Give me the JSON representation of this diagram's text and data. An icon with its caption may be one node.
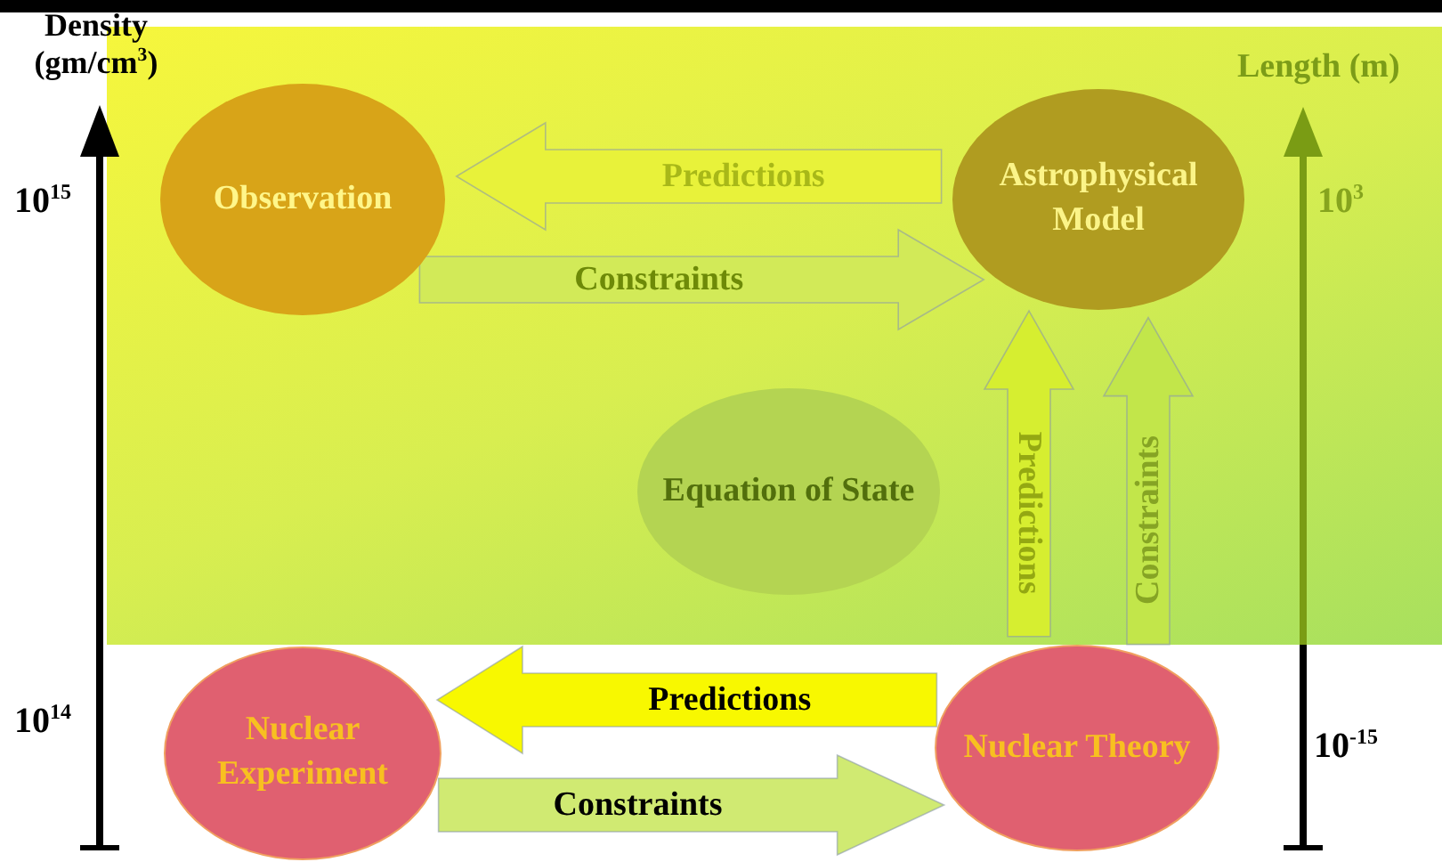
{
  "diagram": {
    "nodes": [
      {
        "text": [
          "Observation"
        ]
      },
      {
        "text": [
          "Astrophysical Model"
        ]
      },
      {
        "text": [
          "Equation of State"
        ]
      },
      {
        "text": [
          "Nuclear Experiment"
        ]
      },
      {
        "text": [
          "Nuclear Theory"
        ]
      }
    ],
    "edges": [
      {
        "from": 1,
        "to": 0,
        "arrow": "to",
        "label": "Predictions",
        "color": "#e8f23a"
      },
      {
        "from": 0,
        "to": 1,
        "arrow": "to",
        "label": "Constraints",
        "color": "#d2ea58"
      },
      {
        "from": 4,
        "to": 1,
        "arrow": "to",
        "label": "Predictions",
        "color": "#d6ee30"
      },
      {
        "from": 4,
        "to": 1,
        "arrow": "to",
        "label": "Constraints",
        "color": "#c2e64a"
      },
      {
        "from": 4,
        "to": 3,
        "arrow": "to",
        "label": "Predictions",
        "color": "#f8f800"
      },
      {
        "from": 3,
        "to": 4,
        "arrow": "to",
        "label": "Constraints",
        "color": "#d0ea72"
      }
    ],
    "labels": [
      "Density (gm/cm$^{3}$)",
      "10$^{15}$",
      "10$^{14}$",
      "Length (m)",
      "10$^{3}$",
      "10$^{-15}$"
    ]
  }
}
